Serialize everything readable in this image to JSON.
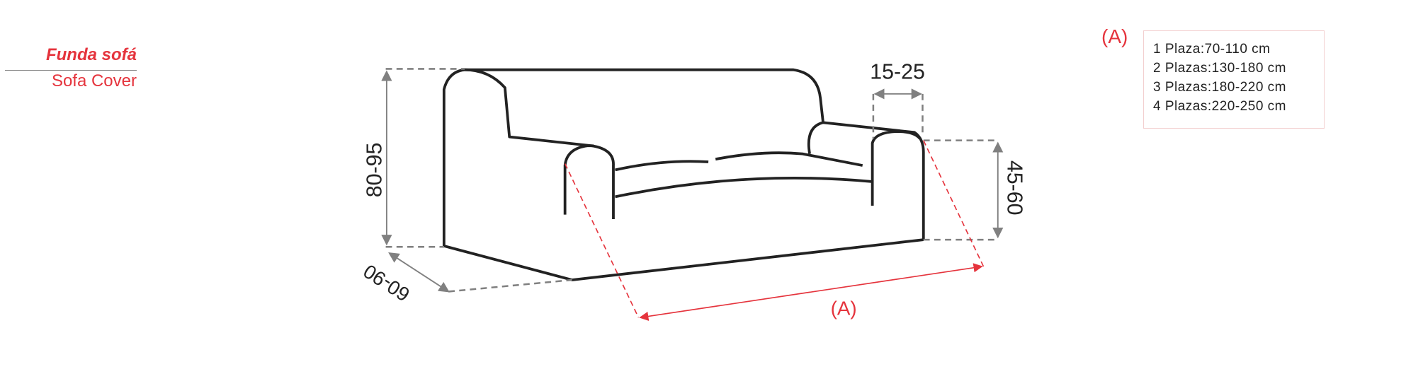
{
  "title": {
    "es": "Funda sofá",
    "en": "Sofa Cover"
  },
  "legend": {
    "label": "(A)",
    "rows": [
      "1 Plaza:70-110 cm",
      "2 Plazas:130-180 cm",
      "3 Plazas:180-220 cm",
      "4 Plazas:220-250 cm"
    ]
  },
  "dimensions": {
    "height": "80-95",
    "depth": "60-90",
    "arm_width": "15-25",
    "arm_height": "45-60",
    "length": "(A)"
  },
  "colors": {
    "accent": "#e5343d",
    "outline": "#222222",
    "dimension": "#808080"
  }
}
